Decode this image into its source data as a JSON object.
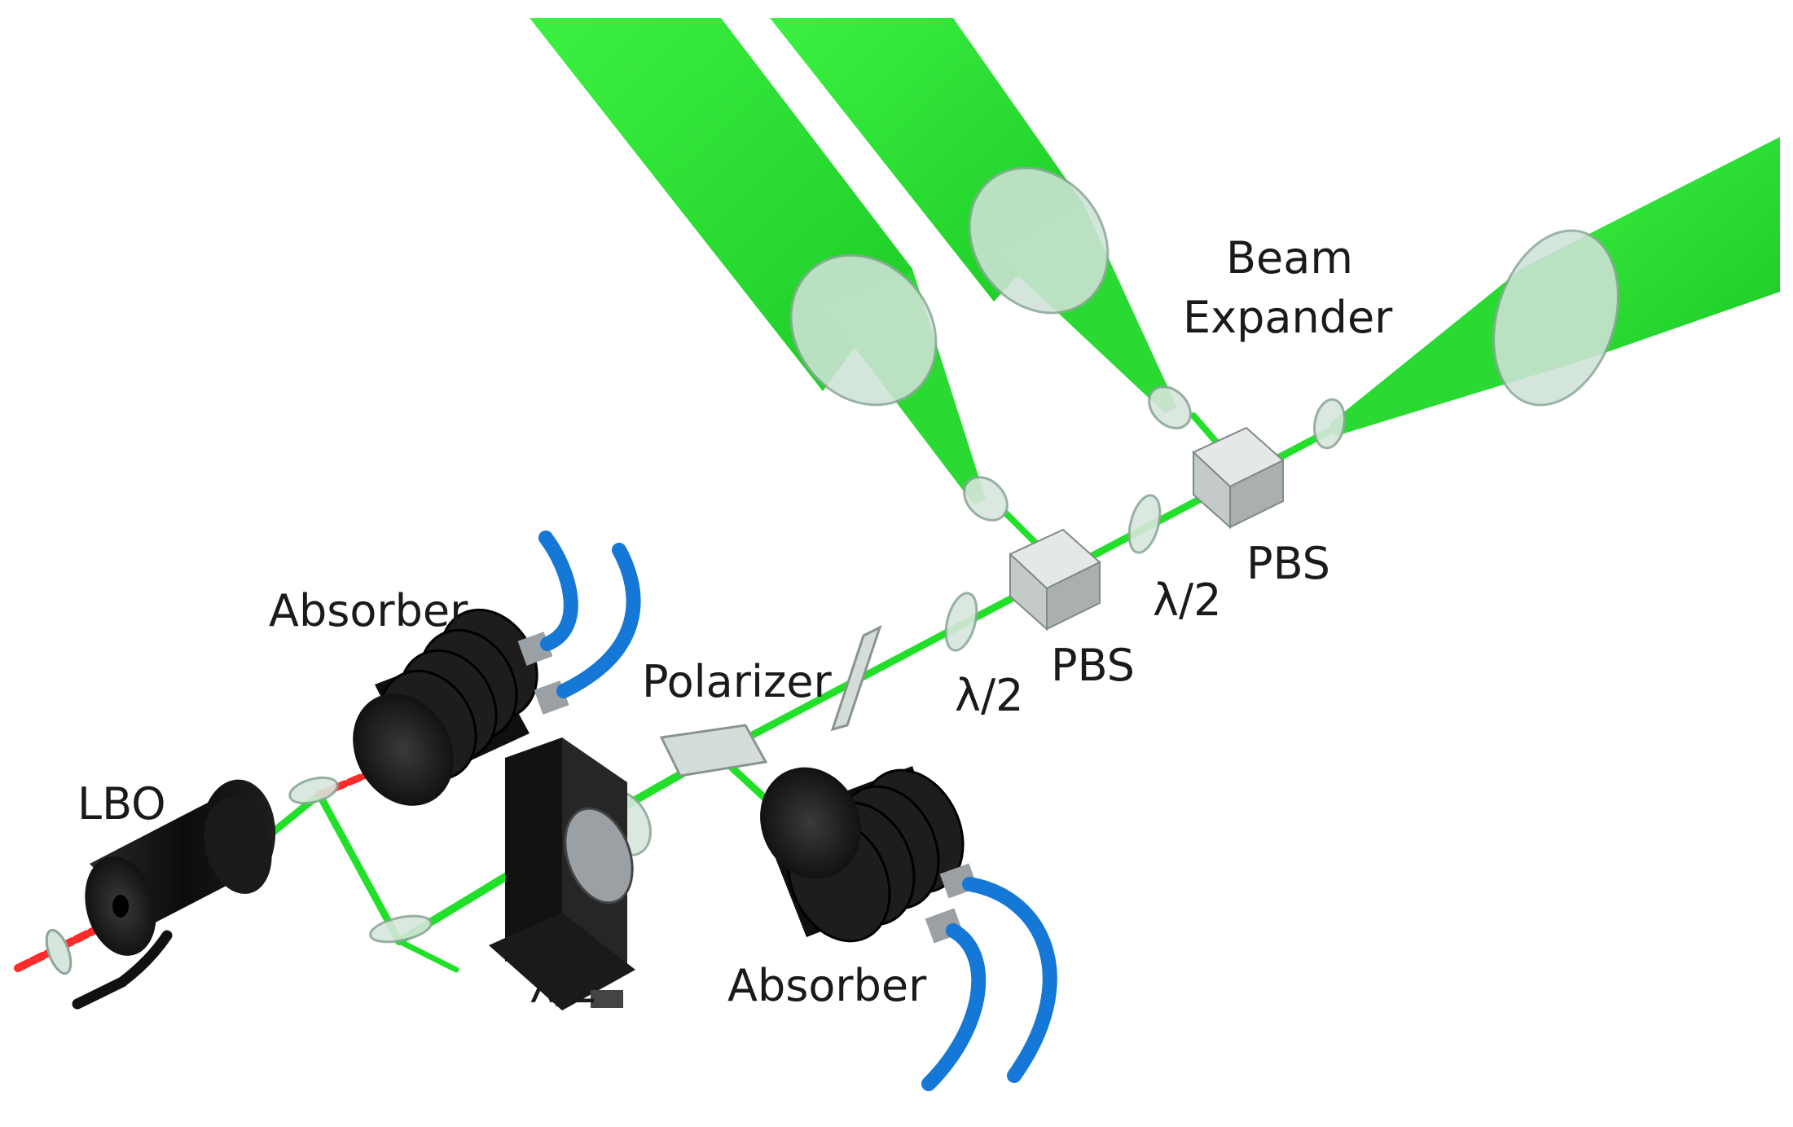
{
  "labels": {
    "beam_expander_line1": "Beam",
    "beam_expander_line2": "Expander",
    "absorber_top": "Absorber",
    "absorber_bottom": "Absorber",
    "polarizer": "Polarizer",
    "lbo": "LBO",
    "half_wave_plate_1": "λ/2",
    "half_wave_plate_2": "λ/2",
    "half_wave_plate_3": "λ/2",
    "pbs_1": "PBS",
    "pbs_2": "PBS"
  },
  "colors": {
    "green_beam": "#22e02a",
    "red_beam": "#ff2b2b",
    "cooling_hose": "#1577d6",
    "housing": "#121212",
    "optic_glass": "#cfe3d6",
    "cable": "#111111"
  }
}
